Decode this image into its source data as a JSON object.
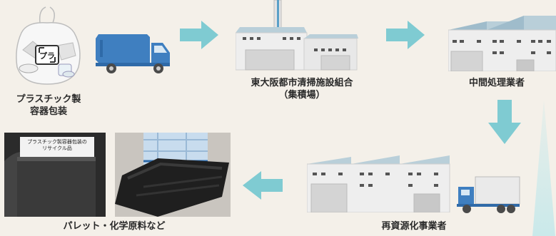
{
  "nodes": {
    "bag": {
      "label_line1": "プラスチック製",
      "label_line2": "容器包装",
      "mark_text": "プラ"
    },
    "center": {
      "label_line1": "東大阪都市清掃施設組合",
      "label_line2": "（集積場）"
    },
    "intermediate": {
      "label": "中間処理業者"
    },
    "recycler": {
      "label": "再資源化事業者"
    },
    "products": {
      "label": "パレット・化学原料など",
      "photo1_caption_line1": "プラスチック製容器包装の",
      "photo1_caption_line2": "リサイクル品"
    }
  },
  "colors": {
    "background": "#f4f0e9",
    "arrow": "#7fcbd2",
    "truck_blue": "#3f7fc0",
    "building_wall": "#eeeeee",
    "building_roof": "#b9cfd9"
  }
}
